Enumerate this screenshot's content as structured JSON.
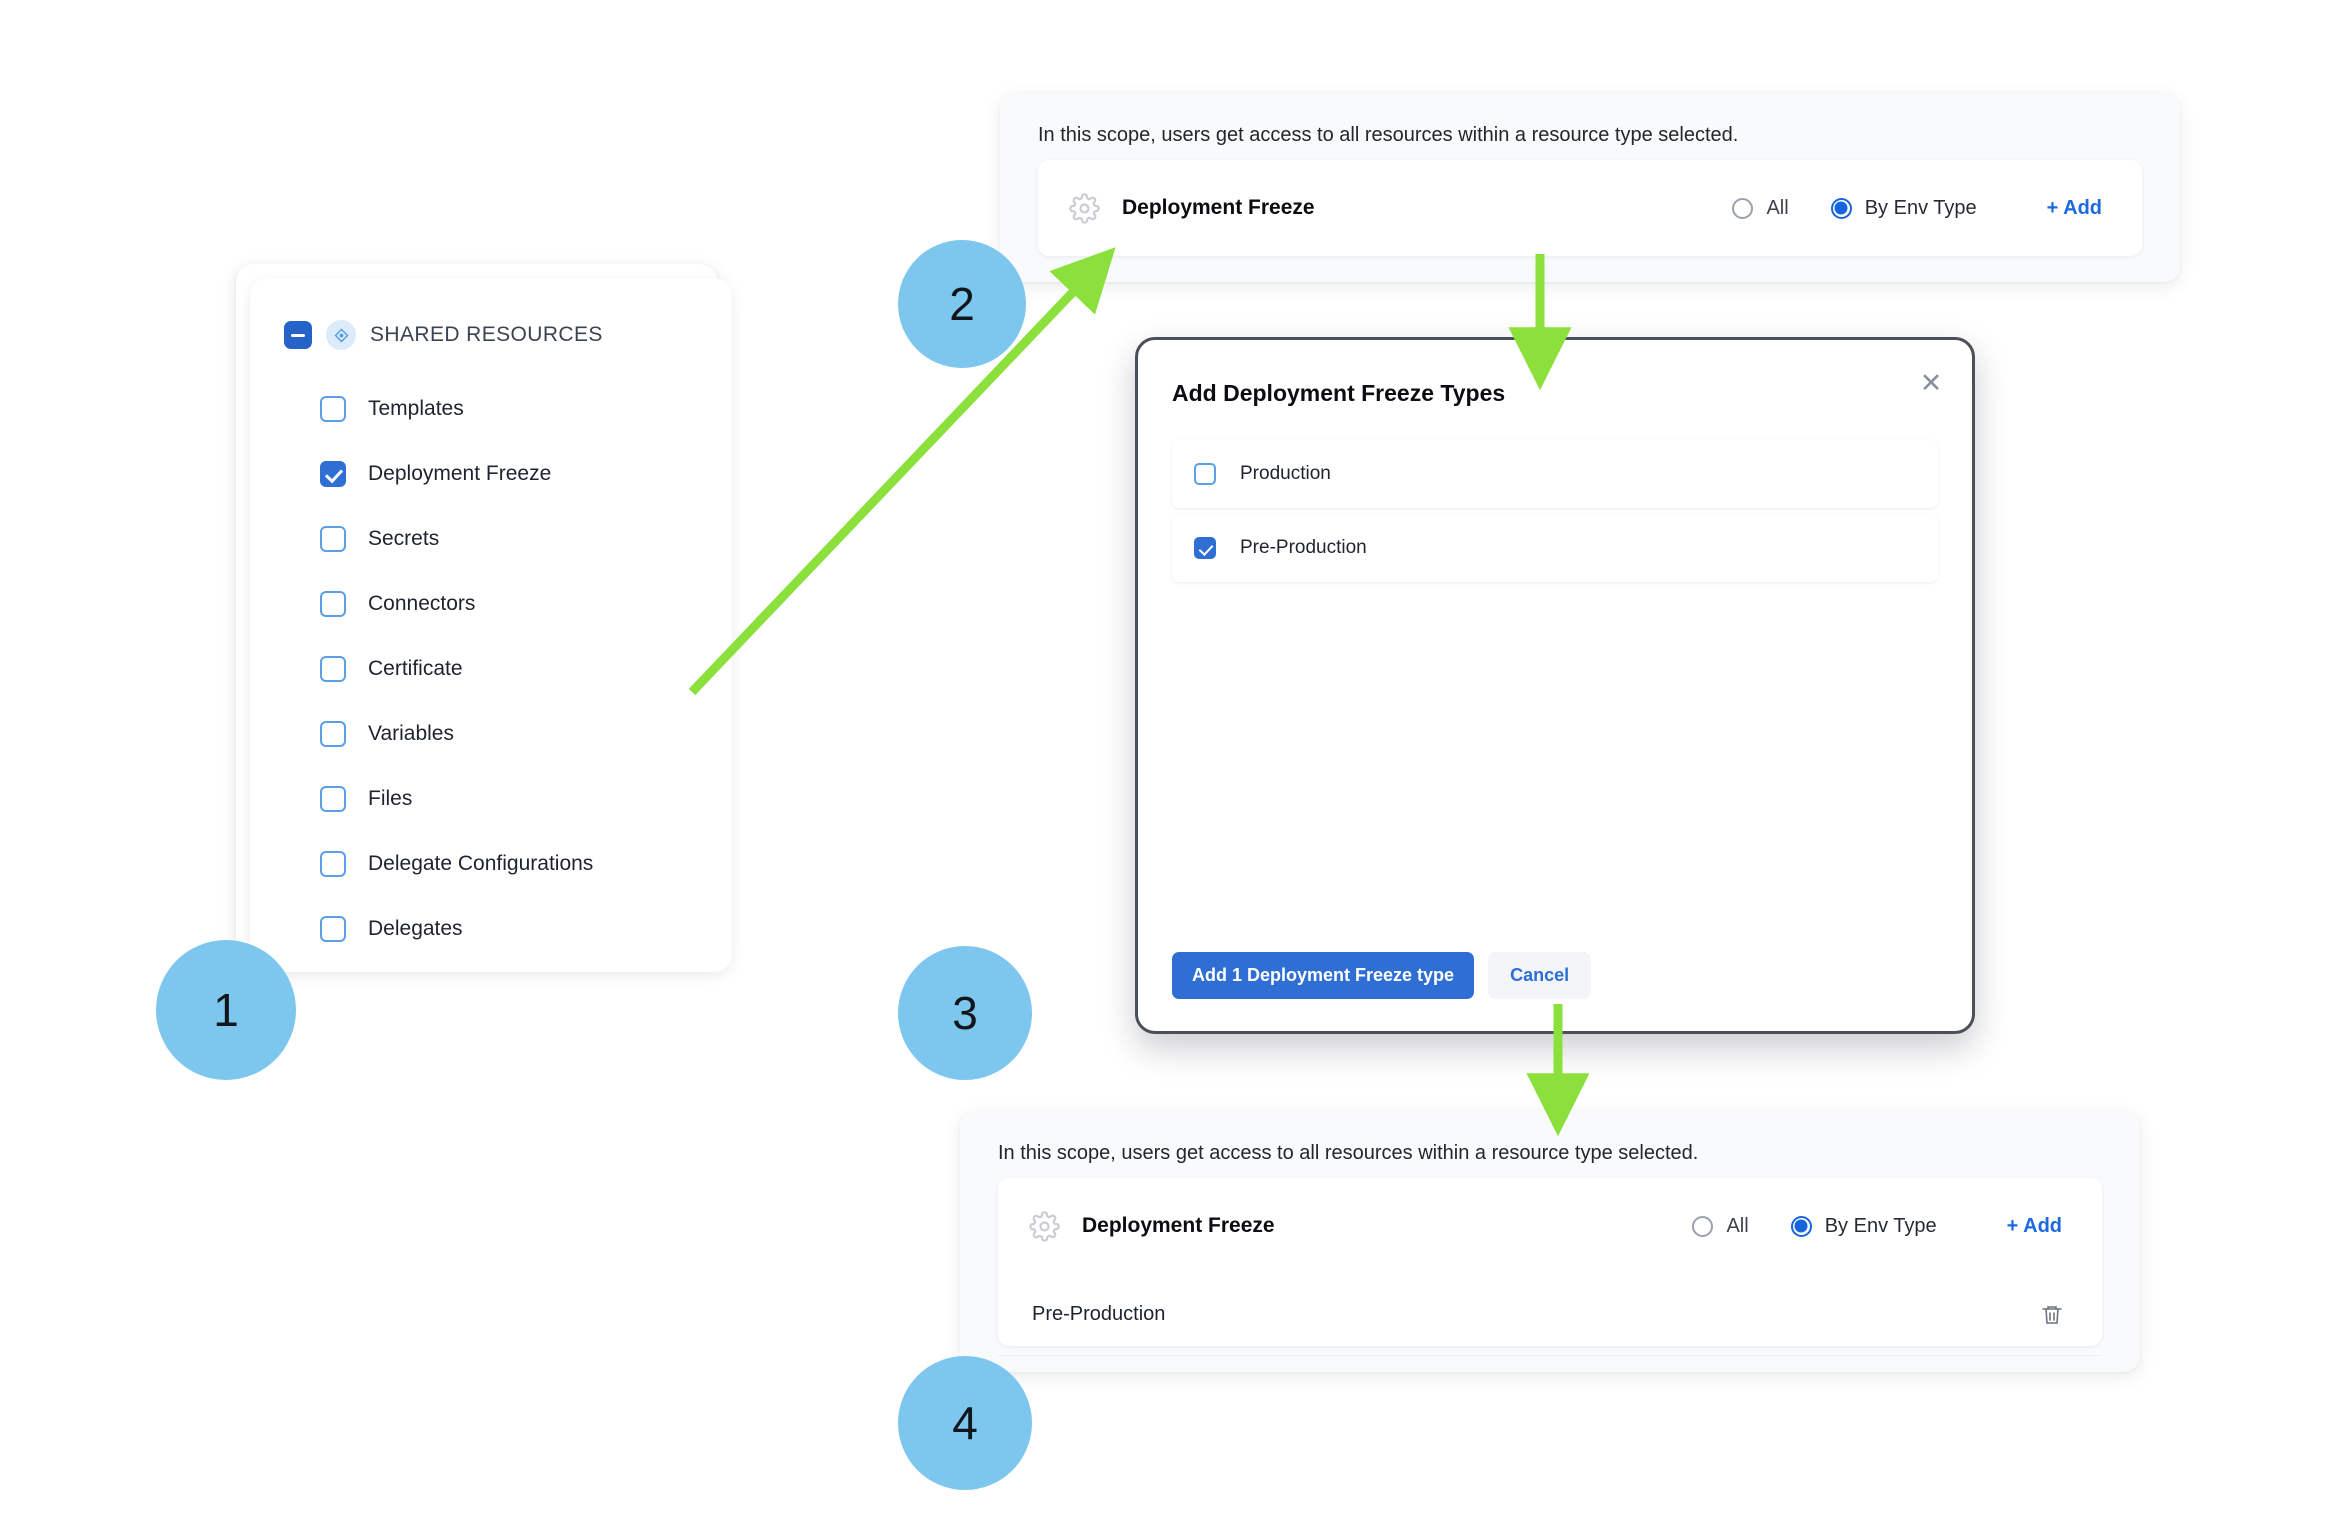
{
  "colors": {
    "step_circle": "#7DC6EE",
    "arrow_green": "#8BE03C",
    "primary_blue": "#2F6FD4",
    "link_blue": "#1B6AE0",
    "panel_bg": "#F8FAFC",
    "modal_border": "#4B5058"
  },
  "steps": [
    {
      "number": "1"
    },
    {
      "number": "2"
    },
    {
      "number": "3"
    },
    {
      "number": "4"
    }
  ],
  "sidebar": {
    "header": {
      "title": "SHARED RESOURCES",
      "collapse_icon": "minus-icon",
      "type_icon": "diamond-icon"
    },
    "items": [
      {
        "label": "Templates",
        "checked": false
      },
      {
        "label": "Deployment Freeze",
        "checked": true
      },
      {
        "label": "Secrets",
        "checked": false
      },
      {
        "label": "Connectors",
        "checked": false
      },
      {
        "label": "Certificate",
        "checked": false
      },
      {
        "label": "Variables",
        "checked": false
      },
      {
        "label": "Files",
        "checked": false
      },
      {
        "label": "Delegate Configurations",
        "checked": false
      },
      {
        "label": "Delegates",
        "checked": false
      }
    ]
  },
  "scope_panel_top": {
    "description": "In this scope, users get access to all resources within a resource type selected.",
    "resource": {
      "icon": "gear-icon",
      "name": "Deployment Freeze",
      "options": [
        {
          "label": "All",
          "selected": false
        },
        {
          "label": "By Env Type",
          "selected": true
        }
      ],
      "add_label": "+ Add"
    },
    "values": []
  },
  "scope_panel_bottom": {
    "description": "In this scope, users get access to all resources within a resource type selected.",
    "resource": {
      "icon": "gear-icon",
      "name": "Deployment Freeze",
      "options": [
        {
          "label": "All",
          "selected": false
        },
        {
          "label": "By Env Type",
          "selected": true
        }
      ],
      "add_label": "+ Add"
    },
    "values": [
      {
        "label": "Pre-Production",
        "delete_icon": "trash-icon"
      }
    ]
  },
  "modal": {
    "title": "Add Deployment Freeze Types",
    "close_icon": "close-icon",
    "items": [
      {
        "label": "Production",
        "checked": false
      },
      {
        "label": "Pre-Production",
        "checked": true
      }
    ],
    "primary_button": "Add 1 Deployment Freeze type",
    "secondary_button": "Cancel"
  }
}
